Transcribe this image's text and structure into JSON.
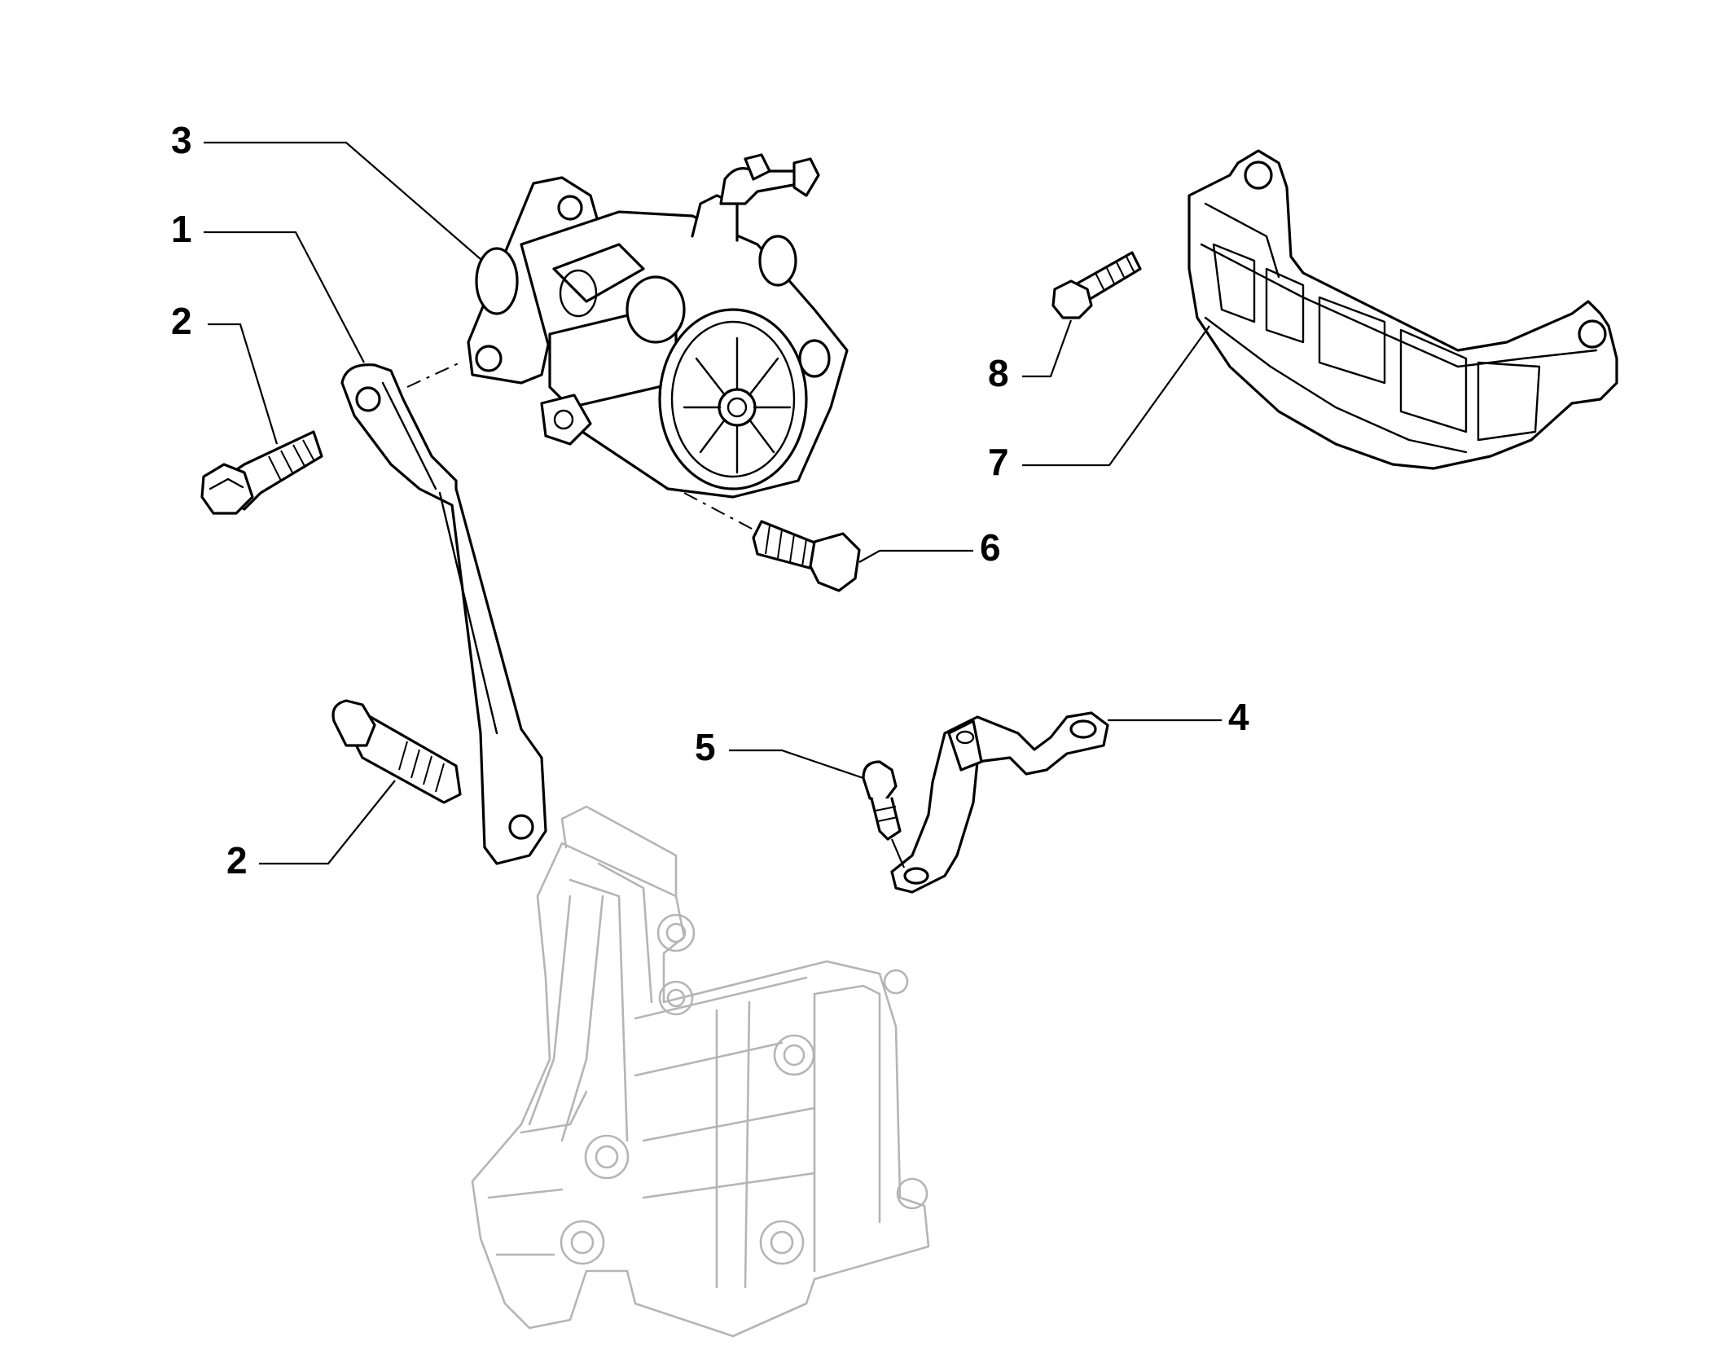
{
  "callouts": [
    {
      "id": "1",
      "label": "1"
    },
    {
      "id": "2a",
      "label": "2"
    },
    {
      "id": "2b",
      "label": "2"
    },
    {
      "id": "3",
      "label": "3"
    },
    {
      "id": "4",
      "label": "4"
    },
    {
      "id": "5",
      "label": "5"
    },
    {
      "id": "6",
      "label": "6"
    },
    {
      "id": "7",
      "label": "7"
    },
    {
      "id": "8",
      "label": "8"
    }
  ],
  "colors": {
    "line": "#000000",
    "ghost": "#b5b5b5",
    "background": "#ffffff"
  }
}
